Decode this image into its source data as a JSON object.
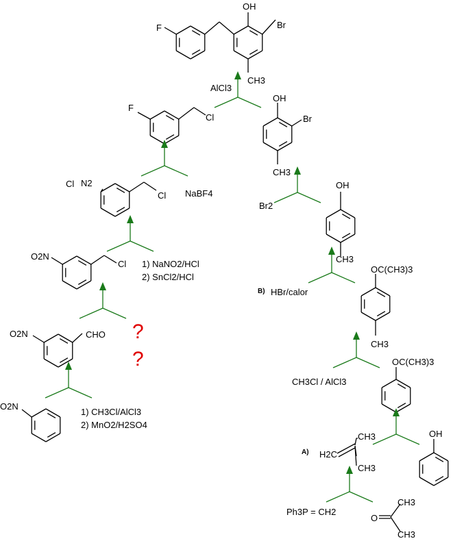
{
  "colors": {
    "bond": "#000000",
    "arrow": "#1a7a1a",
    "question": "#e00000"
  },
  "labels": {
    "top_oh": "OH",
    "top_br": "Br",
    "top_f": "F",
    "top_ch3": "CH3",
    "alcl3": "AlCl3",
    "fb_f": "F",
    "fb_cl": "Cl",
    "bp_oh": "OH",
    "bp_br": "Br",
    "bp_ch3": "CH3",
    "diaz_cl": "Cl",
    "diaz_n": "N2",
    "diaz_cl2": "Cl",
    "nabf4": "NaBF4",
    "br2": "Br2",
    "pc_oh": "OH",
    "pc_ch3": "CH3",
    "nb_no2": "O2N",
    "nb_cl": "Cl",
    "step_nano2": "1) NaNO2/HCl",
    "step_sncl2": "2) SnCl2/HCl",
    "tag_b": "B)",
    "hbr": "HBr/calor",
    "tb1_o": "OC(CH3)3",
    "tb1_ch3": "CH3",
    "q1": "?",
    "q2": "?",
    "ald_no2": "O2N",
    "ald_cho": "CHO",
    "tb2_o": "OC(CH3)3",
    "ch3cl_alcl3": "CH3Cl / AlCl3",
    "nitro_no2": "O2N",
    "step_ch3cl": "1) CH3Cl/AlCl3",
    "step_mno2": "2) MnO2/H2SO4",
    "tag_a": "A)",
    "isob_h2c": "H2C",
    "isob_ch3a": "CH3",
    "isob_ch3b": "CH3",
    "phenol_oh": "OH",
    "ph3p": "Ph3P = CH2",
    "acet_o": "O",
    "acet_ch3a": "CH3",
    "acet_ch3b": "CH3"
  }
}
